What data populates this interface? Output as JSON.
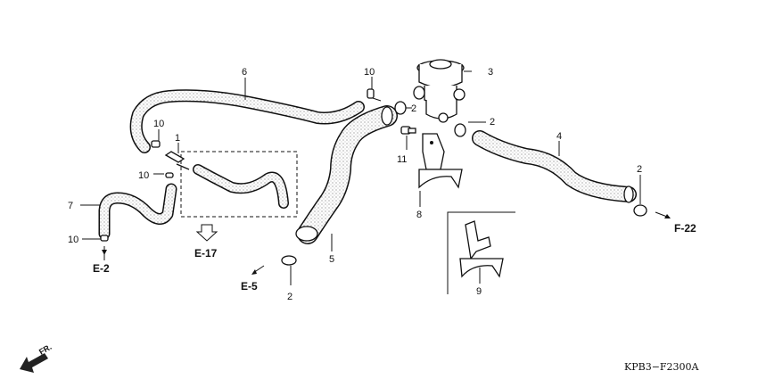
{
  "callouts": {
    "p1": "1",
    "p2a": "2",
    "p2b": "2",
    "p2c": "2",
    "p2d": "2",
    "p3": "3",
    "p4": "4",
    "p5": "5",
    "p6": "6",
    "p7": "7",
    "p8": "8",
    "p9": "9",
    "p10a": "10",
    "p10b": "10",
    "p10c": "10",
    "p10d": "10",
    "p11": "11"
  },
  "references": {
    "e2": "E-2",
    "e5": "E-5",
    "e17": "E-17",
    "f22": "F-22"
  },
  "front_label": "FR.",
  "diagram_code": "KPB3−F2300A"
}
